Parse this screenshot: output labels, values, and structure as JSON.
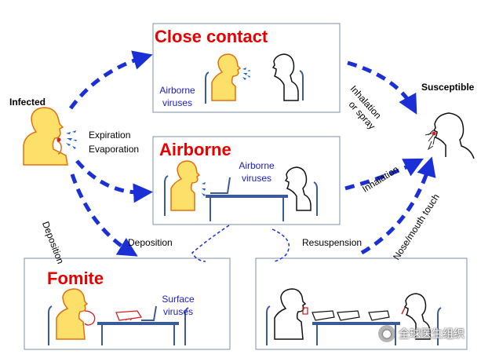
{
  "labels": {
    "infected": "Infected",
    "susceptible": "Susceptible",
    "expiration": "Expiration",
    "evaporation": "Evaporation",
    "deposition_rot": "Deposition",
    "deposition": "Deposition",
    "resuspension": "Resuspension",
    "inhalation_or_spray": [
      "Inhalation",
      "or spray"
    ],
    "inhalation": "Inhalation",
    "nose_mouth_touch": "Nose/mouth touch"
  },
  "panels": {
    "close_contact": {
      "title": "Close contact",
      "note": [
        "Airborne",
        "viruses"
      ]
    },
    "airborne": {
      "title": "Airborne",
      "note": [
        "Airborne",
        "viruses"
      ]
    },
    "fomite": {
      "title": "Fomite",
      "note": [
        "Surface",
        "viruses"
      ]
    },
    "resuspension_scene": {}
  },
  "watermark": {
    "text": "全球医生组织",
    "icon": "wechat-icon"
  },
  "colors": {
    "arrow": "#1a2fd6",
    "title": "#e60000",
    "note": "#1a1ac8",
    "panel_border": "#7f8fa8",
    "head_fill": "#fce06a",
    "head_outline": "#e07010",
    "furniture": "#3a5a9a",
    "droplet": "#2060c0"
  }
}
